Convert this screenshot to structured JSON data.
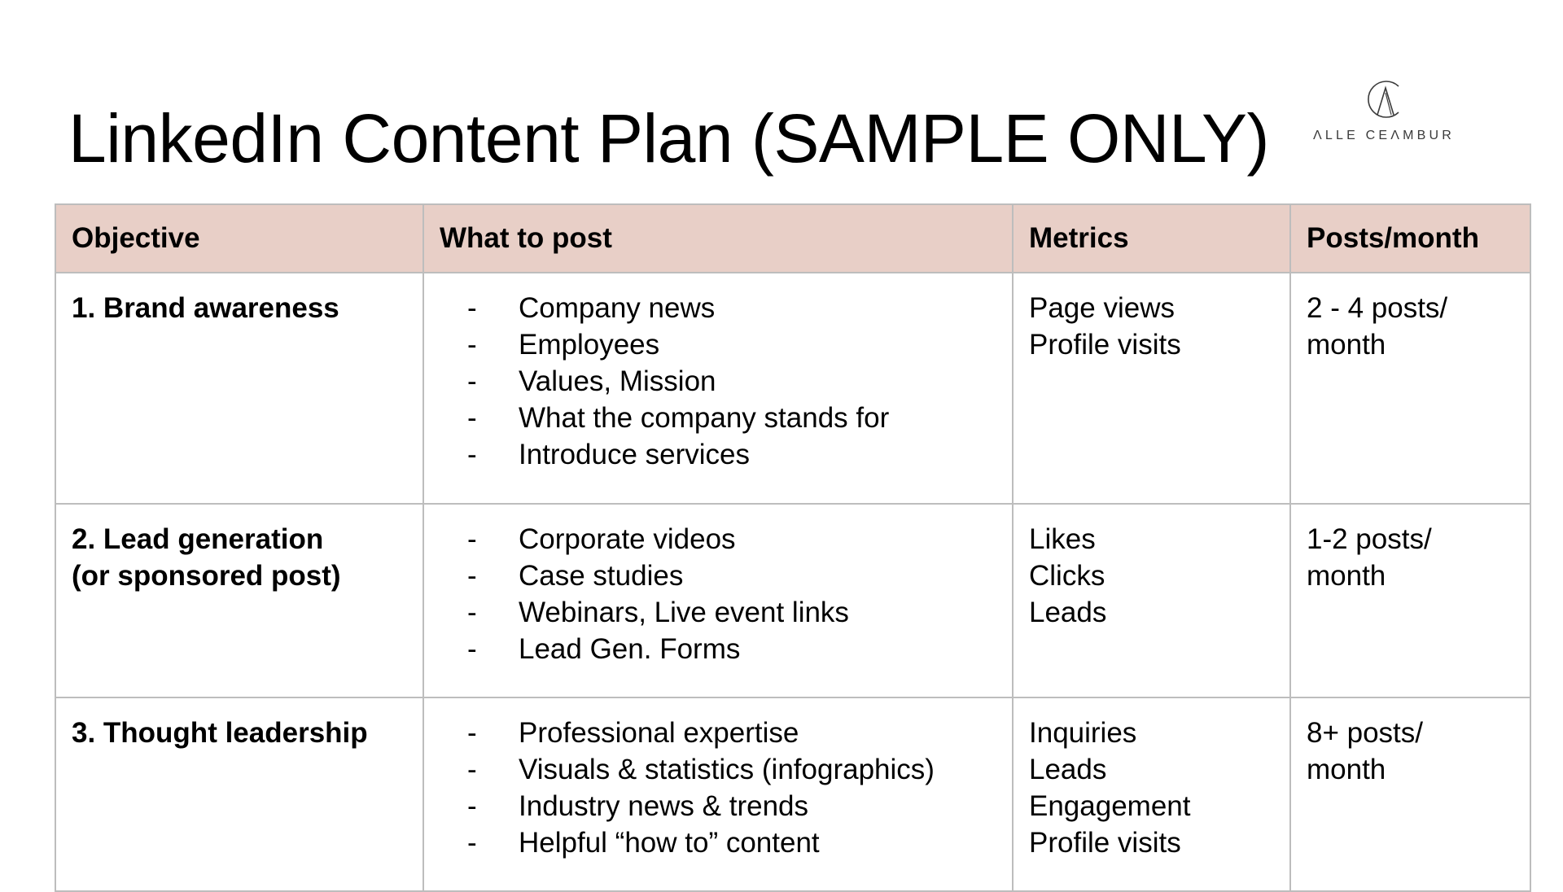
{
  "page": {
    "title": "LinkedIn Content Plan (SAMPLE ONLY)"
  },
  "logo": {
    "icon": "circle-c-with-a-monogram",
    "brand_name": "ΛLLE CEΛMBUR"
  },
  "colors": {
    "header_background": "#e8cfc7",
    "border": "#bdbdbd",
    "text": "#000000",
    "logo": "#3a3a3a"
  },
  "table": {
    "headers": [
      "Objective",
      "What to post",
      "Metrics",
      "Posts/month"
    ],
    "rows": [
      {
        "objective": [
          "1. Brand awareness"
        ],
        "what_to_post": [
          "Company news",
          "Employees",
          "Values, Mission",
          "What the company stands for",
          "Introduce services"
        ],
        "metrics": [
          "Page views",
          "Profile visits"
        ],
        "posts_per_month": [
          "2 - 4 posts/",
          "month"
        ]
      },
      {
        "objective": [
          "2. Lead generation",
          "(or sponsored post)"
        ],
        "what_to_post": [
          "Corporate videos",
          "Case studies",
          "Webinars, Live event links",
          "Lead Gen. Forms"
        ],
        "metrics": [
          "Likes",
          "Clicks",
          "Leads"
        ],
        "posts_per_month": [
          "1-2 posts/",
          "month"
        ]
      },
      {
        "objective": [
          "3. Thought leadership"
        ],
        "what_to_post": [
          "Professional expertise",
          "Visuals & statistics (infographics)",
          "Industry news & trends",
          "Helpful “how to” content"
        ],
        "metrics": [
          "Inquiries",
          "Leads",
          "Engagement",
          "Profile visits"
        ],
        "posts_per_month": [
          "8+ posts/",
          "month"
        ]
      }
    ],
    "bullet_marker": "-"
  }
}
